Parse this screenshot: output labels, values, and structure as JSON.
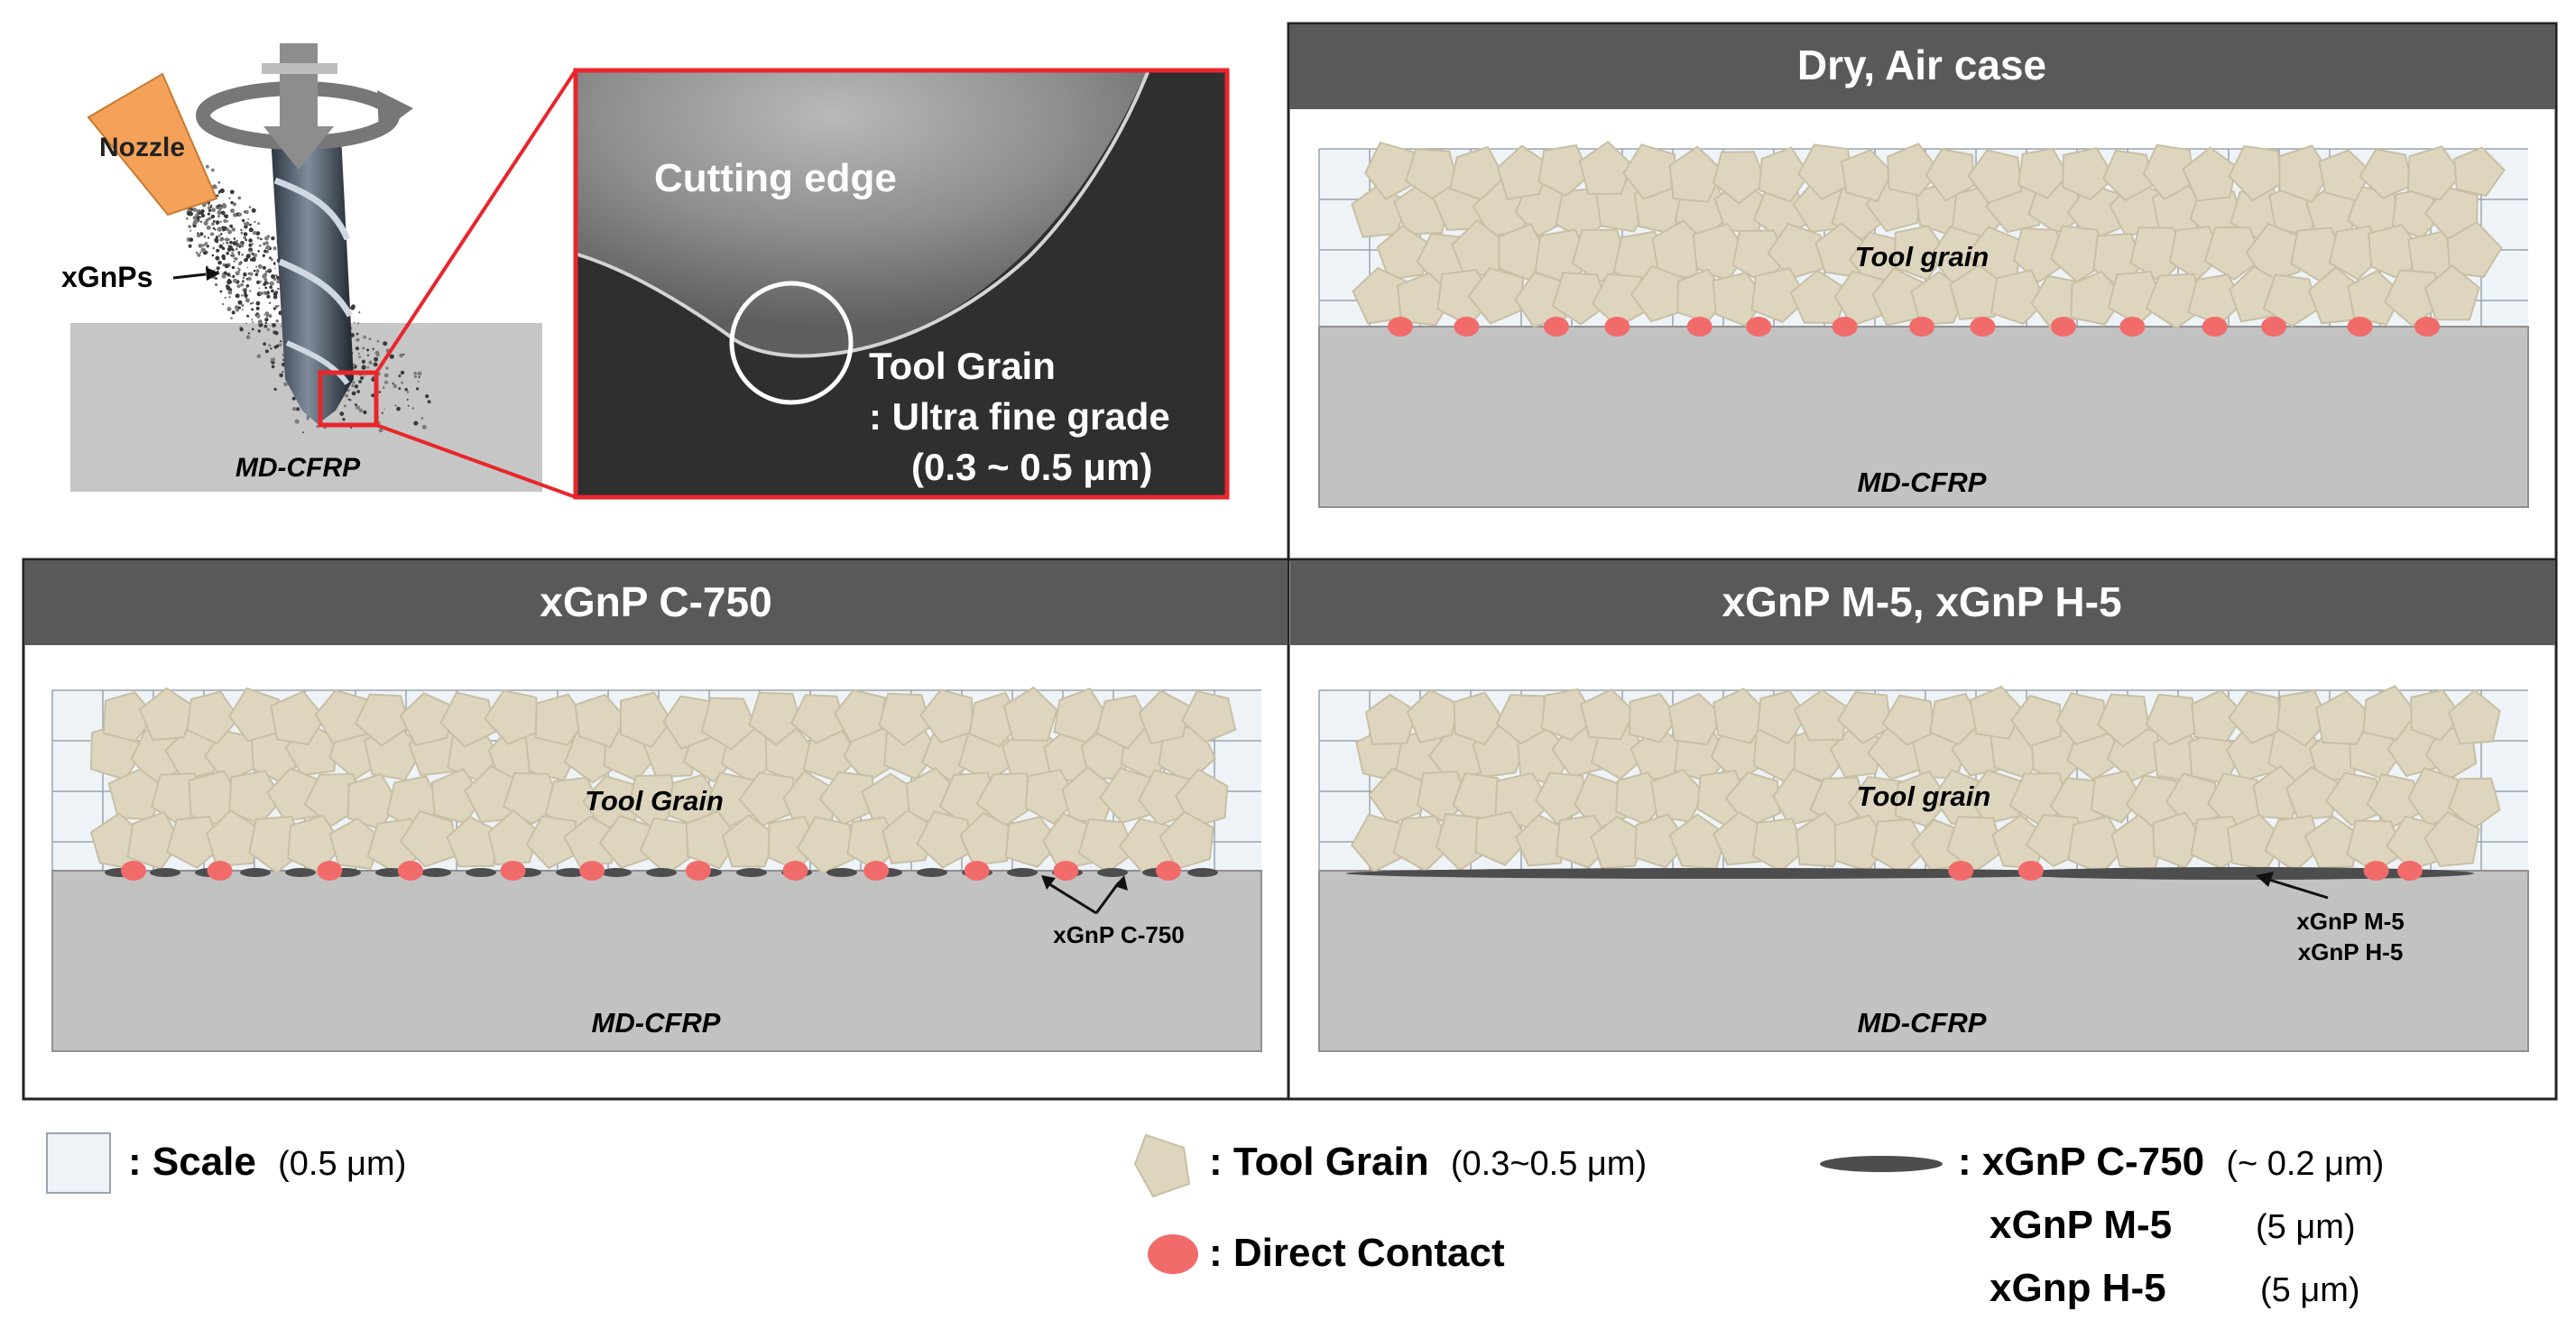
{
  "intro": {
    "nozzle_label": "Nozzle",
    "particles_label": "xGnPs",
    "workpiece_label": "MD-CFRP",
    "sem_title": "Cutting edge",
    "sem_annot_line1": "Tool Grain",
    "sem_annot_line2": ": Ultra fine grade",
    "sem_annot_line3": "(0.3 ~ 0.5 μm)"
  },
  "panels": [
    {
      "title": "Dry, Air case",
      "grain_label": "Tool grain",
      "substrate_label": "MD-CFRP",
      "flakes": "none",
      "contact_count": 15,
      "callout_lines": []
    },
    {
      "title": "xGnP C-750",
      "grain_label": "Tool Grain",
      "substrate_label": "MD-CFRP",
      "flakes": "small",
      "contact_count": 12,
      "callout_lines": [
        "xGnP C-750"
      ]
    },
    {
      "title": "xGnP M-5, xGnP H-5",
      "grain_label": "Tool grain",
      "substrate_label": "MD-CFRP",
      "flakes": "large",
      "contact_count": 4,
      "callout_lines": [
        "xGnP M-5",
        "xGnP H-5"
      ]
    }
  ],
  "legend": {
    "scale_label": ": Scale",
    "scale_value": "(0.5 μm)",
    "grain_label": ": Tool Grain",
    "grain_value": "(0.3~0.5 μm)",
    "contact_label": ": Direct Contact",
    "flake_label": ": xGnP C-750",
    "flake_value": "(~ 0.2 μm)",
    "m5_label": "xGnP M-5",
    "m5_value": "(5 μm)",
    "h5_label": "xGnp H-5",
    "h5_value": "(5 μm)"
  },
  "colors": {
    "panel_header": "#595959",
    "panel_header_text": "#ffffff",
    "grain_fill": "#ddd5be",
    "grain_stroke": "#c8bfa4",
    "grid_fill": "#eef3f8",
    "grid_line": "#9aa3ad",
    "substrate": "#c2c2c2",
    "contact": "#f26b6b",
    "flake": "#4d4d4d",
    "highlight": "#e8262b",
    "nozzle": "#f4a259"
  }
}
